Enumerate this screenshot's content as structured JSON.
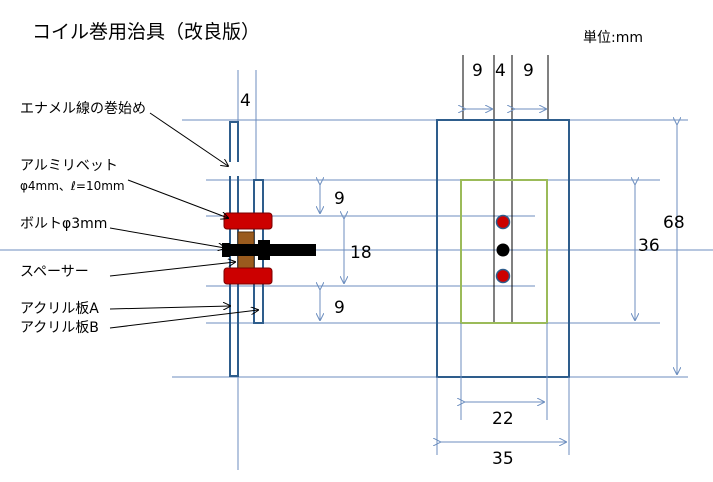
{
  "title": "コイル巻用治具（改良版）",
  "unit": "単位:mm",
  "callouts": {
    "enamel_start": "エナメル線の巻始め",
    "rivet": "アルミリベット",
    "rivet_spec": "φ4mm、ℓ=10mm",
    "bolt": "ボルトφ3mm",
    "spacer": "スペーサー",
    "acrylic_a": "アクリル板A",
    "acrylic_b": "アクリル板B"
  },
  "side_dims": {
    "thickness": "4",
    "gap_top": "9",
    "span": "18",
    "gap_bottom": "9"
  },
  "front_dims": {
    "slot_left": "9",
    "slot_mid": "4",
    "slot_right": "9",
    "inner_height": "36",
    "outer_height": "68",
    "inner_width": "22",
    "outer_width": "35"
  },
  "colors": {
    "plate": "#2E5D8C",
    "guide": "#6C8EBF",
    "inner_frame": "#9BBB59",
    "rivet": "#CC0000",
    "spacer": "#9A5B1E",
    "bolt": "#000000"
  }
}
